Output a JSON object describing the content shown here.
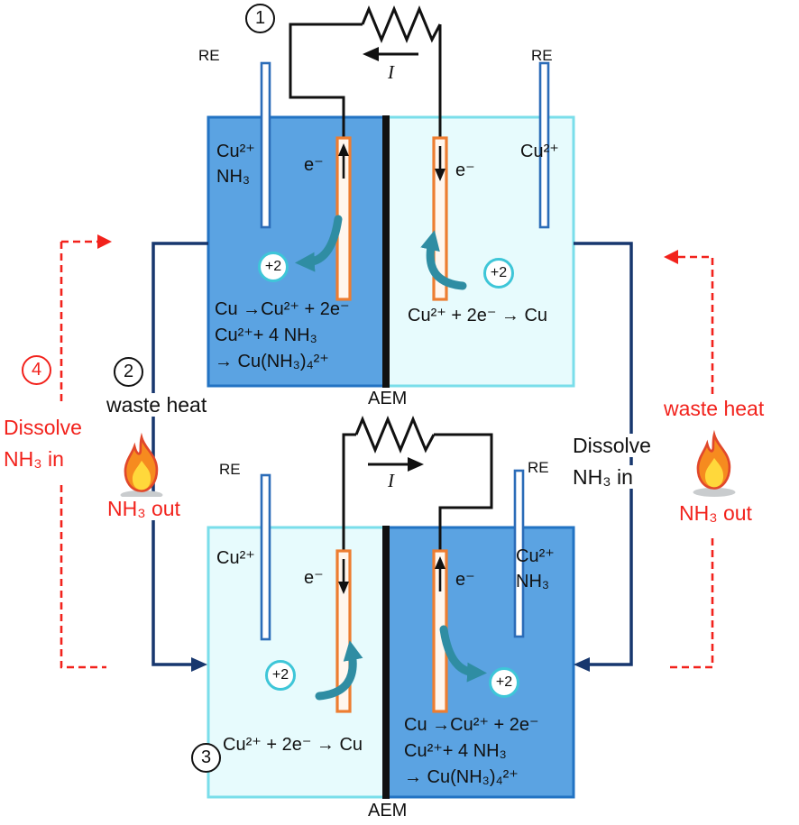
{
  "steps": {
    "s1": "1",
    "s2": "2",
    "s3": "3",
    "s4": "4"
  },
  "labels": {
    "re": "RE",
    "aem": "AEM",
    "current": "I",
    "electron": "e⁻",
    "charge": "+2",
    "cu_ion": "Cu²⁺",
    "ammonia": "NH₃",
    "waste_heat": "waste heat",
    "nh3_out": "NH₃ out",
    "dissolve_line1": "Dissolve",
    "dissolve_line2": "NH₃ in"
  },
  "reactions": {
    "anode_line1": "Cu →Cu²⁺ + 2e⁻",
    "anode_line2": "Cu²⁺+ 4 NH₃",
    "anode_line3": "→ Cu(NH₃)₄²⁺",
    "cathode": "Cu²⁺ + 2e⁻ → Cu"
  },
  "colors": {
    "anolyte_fill": "#5BA3E2",
    "anolyte_border": "#2273C3",
    "catholyte_fill": "#E7FBFD",
    "catholyte_border": "#7ADEEA",
    "membrane": "#111111",
    "electrode_orange": "#ED7D31",
    "re_blue": "#2B6CB8",
    "connector_navy": "#17376E",
    "accent_red": "#F2221C",
    "swoosh_teal": "#2F8DA3",
    "charge_ring_teal": "#3EC6D8",
    "flame_orange": "#F68B1F",
    "flame_yellow": "#FFD83B"
  }
}
